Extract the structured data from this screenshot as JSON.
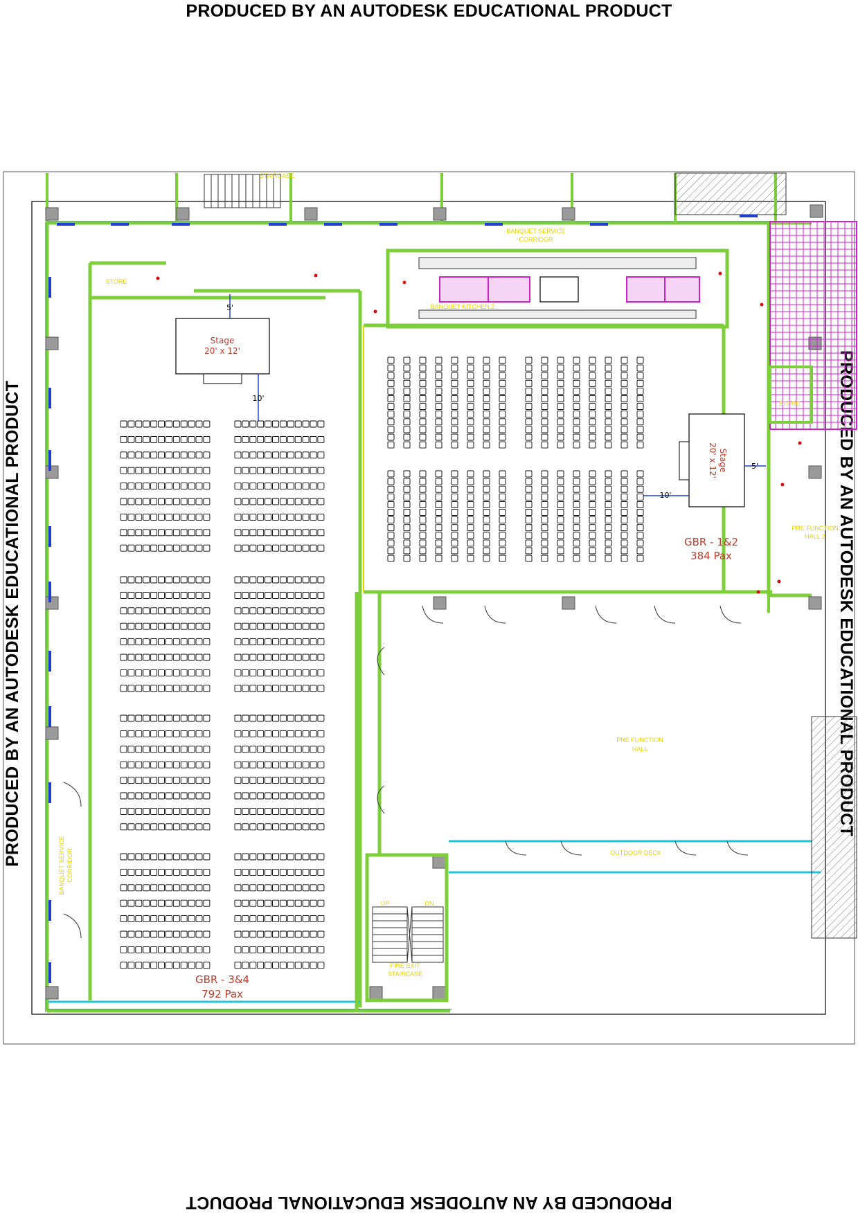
{
  "watermark": {
    "top": "PRODUCED BY AN AUTODESK EDUCATIONAL PRODUCT",
    "bottom": "PRODUCED BY AN AUTODESK EDUCATIONAL PRODUCT",
    "left": "PRODUCED BY AN AUTODESK EDUCATIONAL PRODUCT",
    "right": "PRODUCED BY AN AUTODESK EDUCATIONAL PRODUCT"
  },
  "halls": {
    "gbr12": {
      "name": "GBR - 1&2",
      "capacity": "384 Pax"
    },
    "gbr34": {
      "name": "GBR - 3&4",
      "capacity": "792 Pax"
    }
  },
  "stages": {
    "left": {
      "title": "Stage",
      "size": "20' x 12'"
    },
    "right": {
      "title": "Stage",
      "size": "20' x 12'"
    }
  },
  "dimensions": {
    "five_ft": "5'",
    "ten_ft": "10'"
  },
  "rooms": {
    "banquet_corridor_top_1": "BANQUET SERVICE",
    "banquet_corridor_top_2": "CORRIDOR",
    "banquet_corridor_left_1": "BANQUET SERVICE",
    "banquet_corridor_left_2": "CORRIDOR",
    "store": "STORE",
    "store_right": "STORE",
    "kitchen": "BANQUET KITCHEN 2",
    "prefunction_hall_1": "PRE FUNCTION",
    "prefunction_hall_2": "HALL",
    "prefunction_hall2_1": "PRE FUNCTION",
    "prefunction_hall2_2": "HALL 2",
    "outdoor_deck": "OUTDOOR DECK",
    "fire_exit_1": "FIRE EXIT",
    "fire_exit_2": "STAIRCASE",
    "staircase": "STAIRCASE",
    "stair_up": "UP",
    "stair_dn": "DN"
  },
  "colors": {
    "wall": "#7ccf3a",
    "wall_fill": "#d9f2c4",
    "glass": "#22c3d6",
    "window": "#1f3fd1",
    "seat": "#000000",
    "label": "#e6d200",
    "red": "#c0392b",
    "magenta": "#d020d0"
  }
}
